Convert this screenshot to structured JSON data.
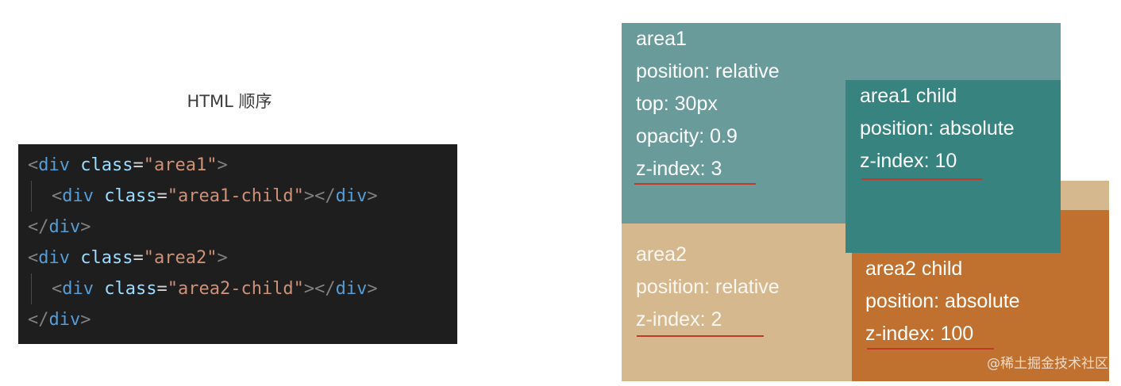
{
  "code_title": "HTML 顺序",
  "code": {
    "lines": [
      {
        "indent": false,
        "open": "<",
        "tag": "div",
        "attr": "class",
        "eq": "=",
        "value": "\"area1\"",
        "close": ">",
        "end": ""
      },
      {
        "indent": true,
        "open": "<",
        "tag": "div",
        "attr": "class",
        "eq": "=",
        "value": "\"area1-child\"",
        "close": "></",
        "end_tag": "div",
        "end": ">"
      },
      {
        "indent": false,
        "open": "</",
        "tag": "div",
        "close": ">"
      },
      {
        "indent": false,
        "open": "<",
        "tag": "div",
        "attr": "class",
        "eq": "=",
        "value": "\"area2\"",
        "close": ">",
        "end": ""
      },
      {
        "indent": true,
        "open": "<",
        "tag": "div",
        "attr": "class",
        "eq": "=",
        "value": "\"area2-child\"",
        "close": "></",
        "end_tag": "div",
        "end": ">"
      },
      {
        "indent": false,
        "open": "</",
        "tag": "div",
        "close": ">"
      }
    ]
  },
  "boxes": {
    "area1": {
      "color": "#6a9b9b",
      "lines": [
        "area1",
        "position: relative",
        "top: 30px",
        "opacity: 0.9",
        "z-index: 3"
      ]
    },
    "area1_child": {
      "color": "#368380",
      "lines": [
        "area1 child",
        "position: absolute",
        "z-index: 10"
      ]
    },
    "area2": {
      "color": "#d6b88e",
      "lines": [
        "area2",
        "position: relative",
        "z-index: 2"
      ]
    },
    "area2_child": {
      "color": "#c1712f",
      "lines": [
        "area2 child",
        "position: absolute",
        "z-index: 100"
      ]
    }
  },
  "underline_color": "#c0392b",
  "watermark": "@稀土掘金技术社区"
}
